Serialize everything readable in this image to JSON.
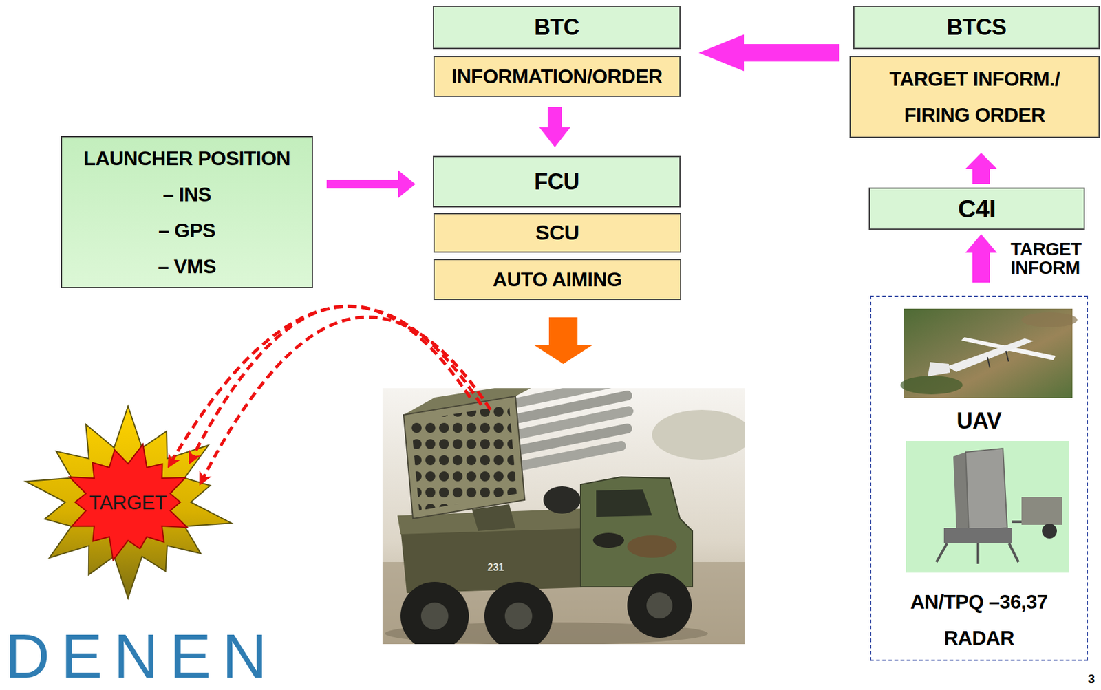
{
  "diagram": {
    "nodes": [
      {
        "text": [
          "BTC"
        ]
      },
      {
        "text": [
          "BTCS"
        ]
      },
      {
        "text": [
          "INFORMATION/ORDER"
        ]
      },
      {
        "text": [
          "TARGET INFORM./ FIRING ORDER"
        ]
      },
      {
        "text": [
          "LAUNCHER POSITION",
          "– INS",
          "– GPS",
          "– VMS"
        ]
      },
      {
        "text": [
          "FCU"
        ]
      },
      {
        "text": [
          "C4I"
        ]
      },
      {
        "text": [
          "SCU"
        ]
      },
      {
        "text": [
          "AUTO AIMING"
        ]
      },
      {
        "text": [
          "UAV",
          "AN/TPQ –36,37 RADAR"
        ]
      },
      {
        "text": [
          "TARGET"
        ]
      }
    ],
    "edges": [
      {
        "from": 1,
        "to": 0,
        "arrow": "to"
      },
      {
        "from": 2,
        "to": 5,
        "arrow": "to"
      },
      {
        "from": 4,
        "to": 5,
        "arrow": "to"
      },
      {
        "from": 6,
        "to": 3,
        "arrow": "to"
      },
      {
        "from": 9,
        "to": 6,
        "label": "TARGET INFORM",
        "arrow": "to"
      }
    ],
    "labels": [
      "231",
      "DENEN",
      "3"
    ]
  }
}
